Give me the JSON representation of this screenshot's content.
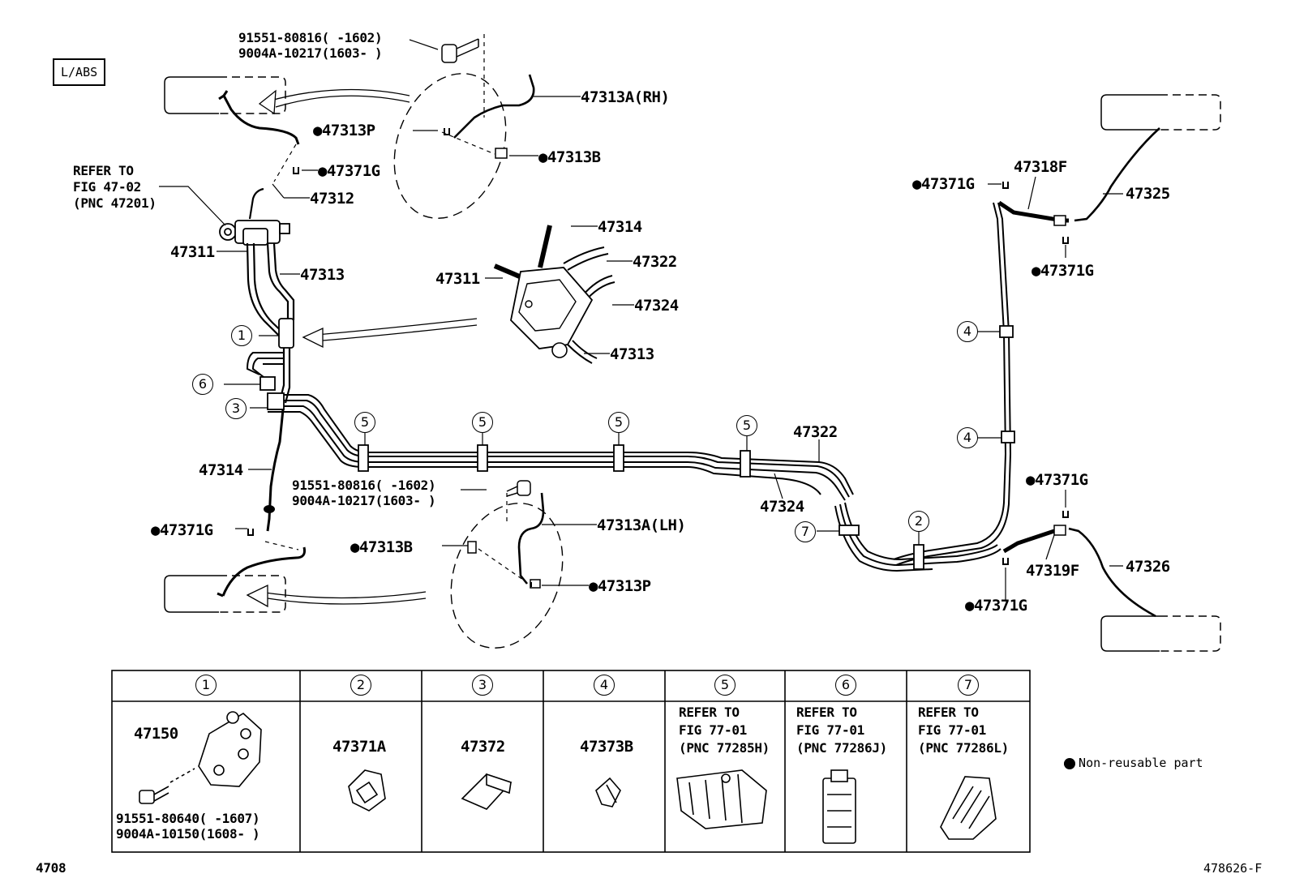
{
  "header_box": "L/ABS",
  "callouts": {
    "bolt_top_1": "91551-80816(      -1602)",
    "bolt_top_2": "9004A-10217(1603-      )",
    "refer_top_1": "REFER TO",
    "refer_top_2": "FIG 47-02",
    "refer_top_3": "(PNC 47201)",
    "p47313A_rh": "47313A(RH)",
    "p47313P_top": "●47313P",
    "p47313B_top": "●47313B",
    "p47371G_top": "●47371G",
    "p47312": "47312",
    "p47311_left": "47311",
    "p47313_left": "47313",
    "p47314_detail": "47314",
    "p47322_detail": "47322",
    "p47311_detail": "47311",
    "p47324_detail": "47324",
    "p47313_detail": "47313",
    "p47314_left": "47314",
    "bolt_mid_1": "91551-80816(      -1602)",
    "bolt_mid_2": "9004A-10217(1603-      )",
    "p47371G_left": "●47371G",
    "p47313A_lh": "47313A(LH)",
    "p47313B_bottom": "●47313B",
    "p47313P_bottom": "●47313P",
    "p47322_main": "47322",
    "p47324_main": "47324",
    "p47371G_r1": "●47371G",
    "p47318F": "47318F",
    "p47325": "47325",
    "p47371G_r2": "●47371G",
    "p47371G_r3": "●47371G",
    "p47319F": "47319F",
    "p47326": "47326",
    "p47371G_r4": "●47371G"
  },
  "circle_markers": [
    "①",
    "②",
    "③",
    "④",
    "⑤",
    "⑥",
    "⑦"
  ],
  "circle_numbers": {
    "c1": "1",
    "c2": "2",
    "c3": "3",
    "c4": "4",
    "c5": "5",
    "c6": "6",
    "c7": "7"
  },
  "table": {
    "headers": [
      "1",
      "2",
      "3",
      "4",
      "5",
      "6",
      "7"
    ],
    "cell1_part": "47150",
    "cell1_bolt_1": "91551-80640(      -1607)",
    "cell1_bolt_2": "9004A-10150(1608-      )",
    "cell2_part": "47371A",
    "cell3_part": "47372",
    "cell4_part": "47373B",
    "cell5_1": "REFER TO",
    "cell5_2": "FIG 77-01",
    "cell5_3": "(PNC 77285H)",
    "cell6_1": "REFER TO",
    "cell6_2": "FIG 77-01",
    "cell6_3": "(PNC 77286J)",
    "cell7_1": "REFER TO",
    "cell7_2": "FIG 77-01",
    "cell7_3": "(PNC 77286L)"
  },
  "legend": "● Non-reusable part",
  "footer_left": "4708",
  "footer_right": "478626-F"
}
